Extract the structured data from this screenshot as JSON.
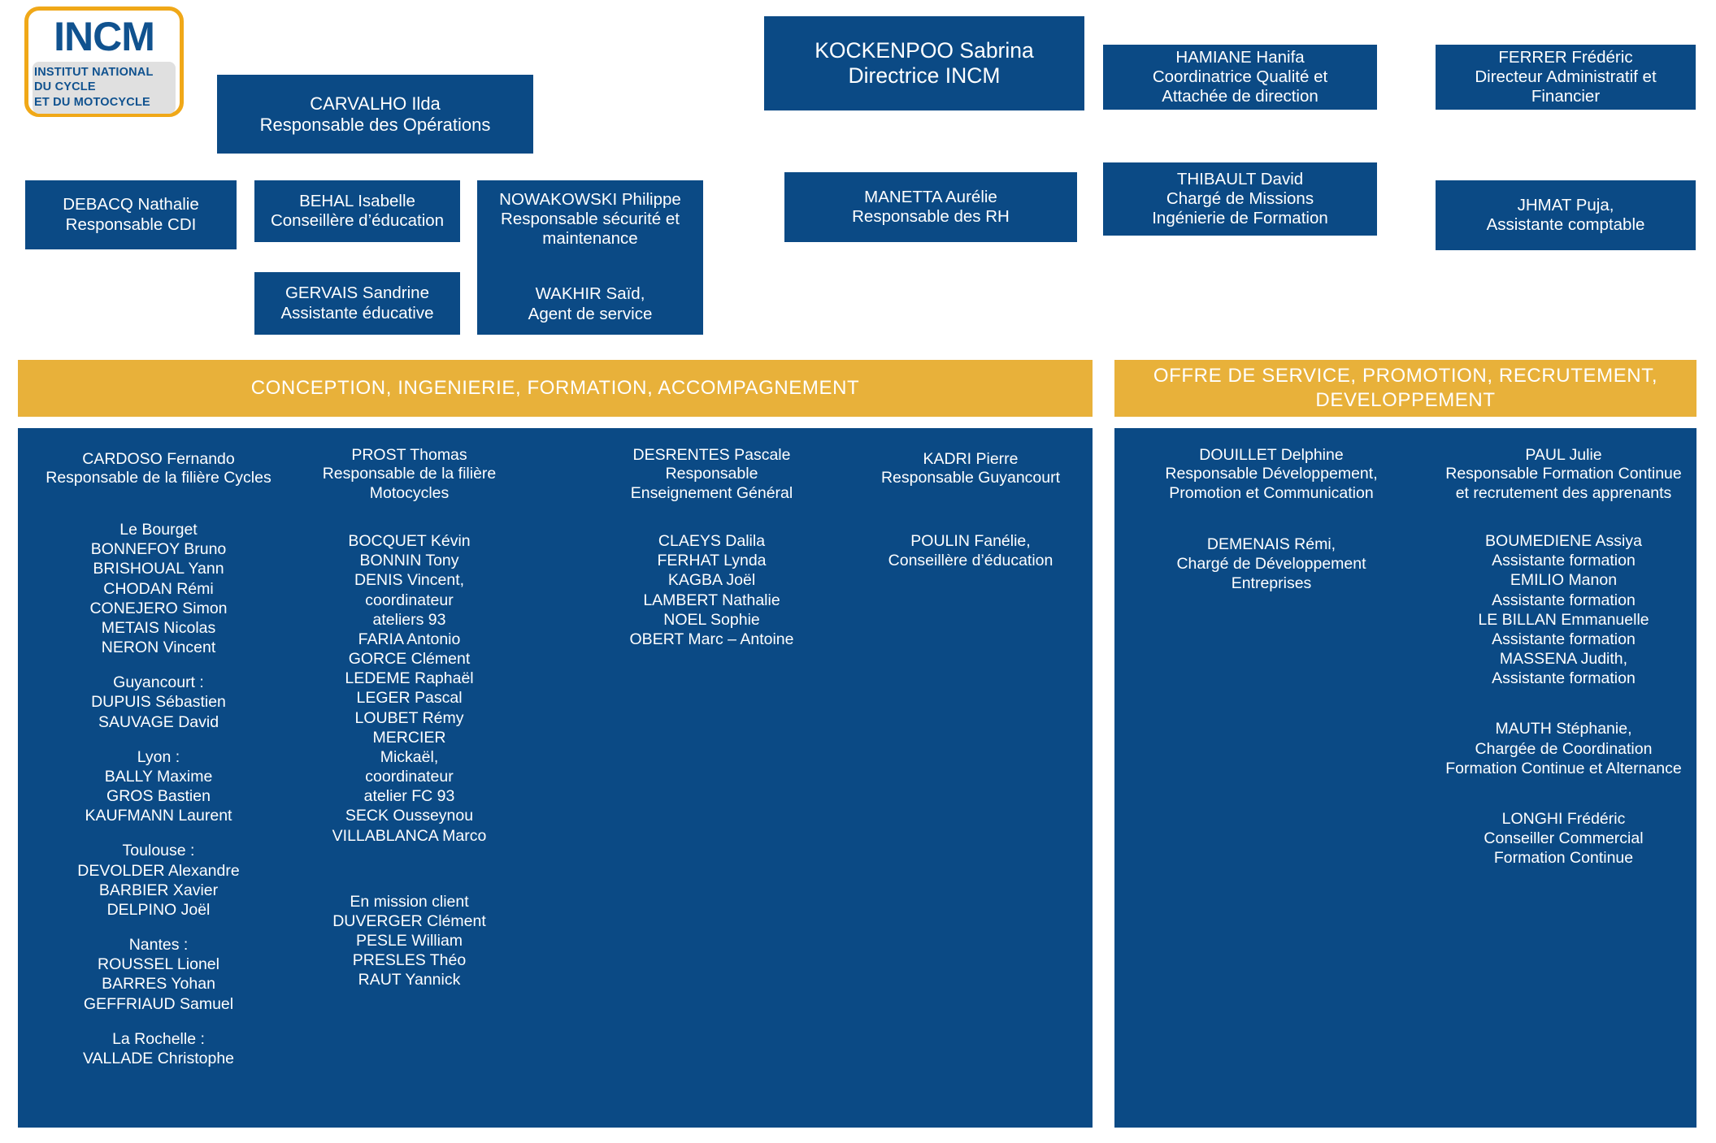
{
  "logo": {
    "name": "incm-logo",
    "word": "INCM",
    "subtitle_lines": [
      "INSTITUT NATIONAL",
      "DU CYCLE",
      "ET DU MOTOCYCLE"
    ],
    "border_color": "#f0a818",
    "text_color": "#10528f"
  },
  "colors": {
    "box_blue": "#0b4a85",
    "banner_yellow": "#e8b13a",
    "text_white": "#ffffff",
    "background": "#ffffff"
  },
  "top_boxes": {
    "carvalho": {
      "name": "CARVALHO Ilda",
      "role": "Responsable des Opérations"
    },
    "kockenpoo": {
      "name": "KOCKENPOO Sabrina",
      "role": "Directrice INCM"
    },
    "hamiane": {
      "name": "HAMIANE Hanifa",
      "role_line1": "Coordinatrice Qualité et",
      "role_line2": "Attachée de direction"
    },
    "ferrer": {
      "name": "FERRER Frédéric",
      "role_line1": "Directeur Administratif et",
      "role_line2": "Financier"
    },
    "debacq": {
      "name": "DEBACQ Nathalie",
      "role": "Responsable CDI"
    },
    "behal": {
      "name": "BEHAL Isabelle",
      "role": "Conseillère d’éducation"
    },
    "nowakowski": {
      "name": "NOWAKOWSKI Philippe",
      "role_line1": "Responsable sécurité et",
      "role_line2": "maintenance"
    },
    "manetta": {
      "name": "MANETTA Aurélie",
      "role": "Responsable des RH"
    },
    "thibault": {
      "name": "THIBAULT David",
      "role_line1": "Chargé de Missions",
      "role_line2": "Ingénierie de Formation"
    },
    "jhmat": {
      "name": "JHMAT Puja,",
      "role": "Assistante comptable"
    },
    "gervais": {
      "name": "GERVAIS Sandrine",
      "role": "Assistante éducative"
    },
    "wakhir": {
      "name": "WAKHIR Saïd,",
      "role": "Agent de service"
    }
  },
  "banners": {
    "left": "CONCEPTION, INGENIERIE, FORMATION, ACCOMPAGNEMENT",
    "right_line1": "OFFRE DE SERVICE,  PROMOTION,  RECRUTEMENT,",
    "right_line2": "DEVELOPPEMENT"
  },
  "columns": [
    {
      "id": "cycles",
      "head": {
        "name": "CARDOSO Fernando",
        "role": "Responsable de la filière Cycles"
      },
      "entries": [
        "Le Bourget",
        "BONNEFOY Bruno",
        "BRISHOUAL Yann",
        "CHODAN Rémi",
        "CONEJERO Simon",
        "METAIS Nicolas",
        "NERON Vincent",
        "",
        "Guyancourt :",
        "DUPUIS Sébastien",
        "SAUVAGE David",
        "",
        "Lyon :",
        "BALLY Maxime",
        "GROS Bastien",
        "KAUFMANN Laurent",
        "",
        "Toulouse :",
        "DEVOLDER Alexandre",
        "BARBIER Xavier",
        "DELPINO Joël",
        "",
        "Nantes :",
        "ROUSSEL Lionel",
        "BARRES Yohan",
        "GEFFRIAUD Samuel",
        "",
        "La Rochelle :",
        "VALLADE Christophe"
      ]
    },
    {
      "id": "motocycles",
      "head": {
        "name": "PROST Thomas",
        "role_line1": "Responsable de la filière",
        "role_line2": "Motocycles"
      },
      "entries": [
        "BOCQUET Kévin",
        "BONNIN Tony",
        "DENIS Vincent,",
        "coordinateur",
        "ateliers 93",
        "FARIA Antonio",
        "GORCE Clément",
        "LEDEME Raphaël",
        "LEGER Pascal",
        "LOUBET Rémy",
        "MERCIER",
        "Mickaël,",
        "coordinateur",
        "atelier FC 93",
        "SECK Ousseynou",
        "VILLABLANCA Marco",
        "",
        "",
        "",
        "En mission client",
        "DUVERGER Clément",
        "PESLE William",
        "PRESLES Théo",
        "RAUT Yannick"
      ]
    },
    {
      "id": "enseignement-general",
      "head": {
        "name": "DESRENTES Pascale",
        "role_line1": "Responsable",
        "role_line2": "Enseignement Général"
      },
      "entries": [
        "CLAEYS Dalila",
        "FERHAT Lynda",
        "KAGBA Joël",
        "LAMBERT Nathalie",
        "NOEL Sophie",
        "OBERT Marc – Antoine"
      ]
    },
    {
      "id": "guyancourt",
      "head": {
        "name": "KADRI Pierre",
        "role": "Responsable Guyancourt"
      },
      "entries": [
        "POULIN Fanélie,",
        "Conseillère d’éducation"
      ]
    },
    {
      "id": "developpement",
      "head": {
        "name": "DOUILLET Delphine",
        "role_line1": "Responsable Développement,",
        "role_line2": "Promotion et Communication"
      },
      "entries": [
        "DEMENAIS Rémi,",
        "Chargé de Développement",
        "Entreprises"
      ]
    },
    {
      "id": "formation-continue",
      "head": {
        "name": "PAUL Julie",
        "role_line1": "Responsable Formation Continue",
        "role_line2": "et recrutement des apprenants"
      },
      "entries": [
        "BOUMEDIENE Assiya",
        "Assistante formation",
        "EMILIO Manon",
        "Assistante formation",
        "LE BILLAN Emmanuelle",
        "Assistante formation",
        "MASSENA Judith,",
        "Assistante formation",
        "",
        "",
        "MAUTH  Stéphanie,",
        "Chargée de Coordination",
        "Formation Continue et Alternance",
        "",
        "",
        "LONGHI Frédéric",
        "Conseiller Commercial",
        "Formation Continue"
      ]
    }
  ]
}
